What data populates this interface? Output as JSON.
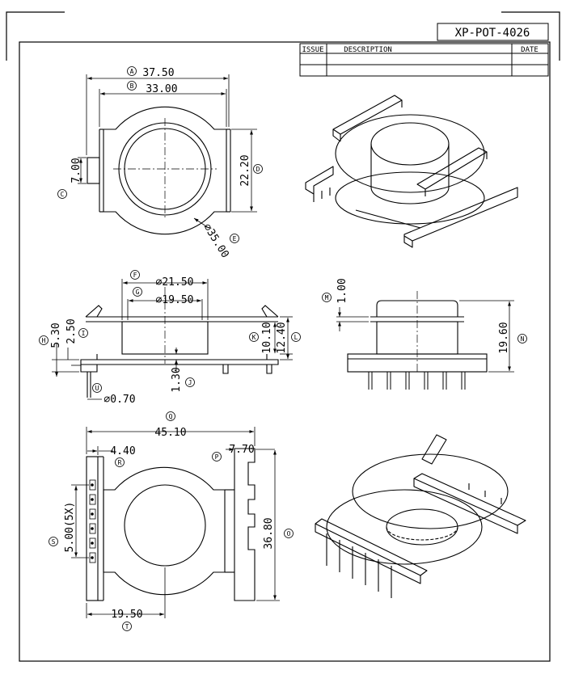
{
  "title_block": {
    "drawing_number": "XP-POT-4026",
    "col_issue": "ISSUE",
    "col_description": "DESCRIPTION",
    "col_date": "DATE"
  },
  "top_view": {
    "dim_a": {
      "letter": "A",
      "value": "37.50"
    },
    "dim_b": {
      "letter": "B",
      "value": "33.00"
    },
    "dim_c": {
      "letter": "C",
      "value": "7.00"
    },
    "dim_d": {
      "letter": "D",
      "value": "22.20"
    },
    "dim_e": {
      "letter": "E",
      "value": "⌀35.00"
    }
  },
  "front_view": {
    "dim_f": {
      "letter": "F",
      "value": "⌀21.50"
    },
    "dim_g": {
      "letter": "G",
      "value": "⌀19.50"
    },
    "dim_h": {
      "letter": "H",
      "value": "5.30"
    },
    "dim_i": {
      "letter": "I",
      "value": "2.50"
    },
    "dim_j": {
      "letter": "J",
      "value": "1.30"
    },
    "dim_k": {
      "letter": "K",
      "value": "10.10"
    },
    "dim_l": {
      "letter": "L",
      "value": "12.40"
    },
    "dim_u": {
      "letter": "U",
      "value": "⌀0.70"
    }
  },
  "side_view": {
    "dim_m": {
      "letter": "M",
      "value": "1.00"
    },
    "dim_n": {
      "letter": "N",
      "value": "19.60"
    }
  },
  "bottom_view": {
    "dim_o": {
      "letter": "O",
      "value": "36.80"
    },
    "dim_p": {
      "letter": "P",
      "value": "7.70"
    },
    "dim_q": {
      "letter": "Q",
      "value": "45.10"
    },
    "dim_r": {
      "letter": "R",
      "value": "4.40"
    },
    "dim_s": {
      "letter": "S",
      "value": "5.00(5X)"
    },
    "dim_t": {
      "letter": "T",
      "value": "19.50"
    }
  }
}
